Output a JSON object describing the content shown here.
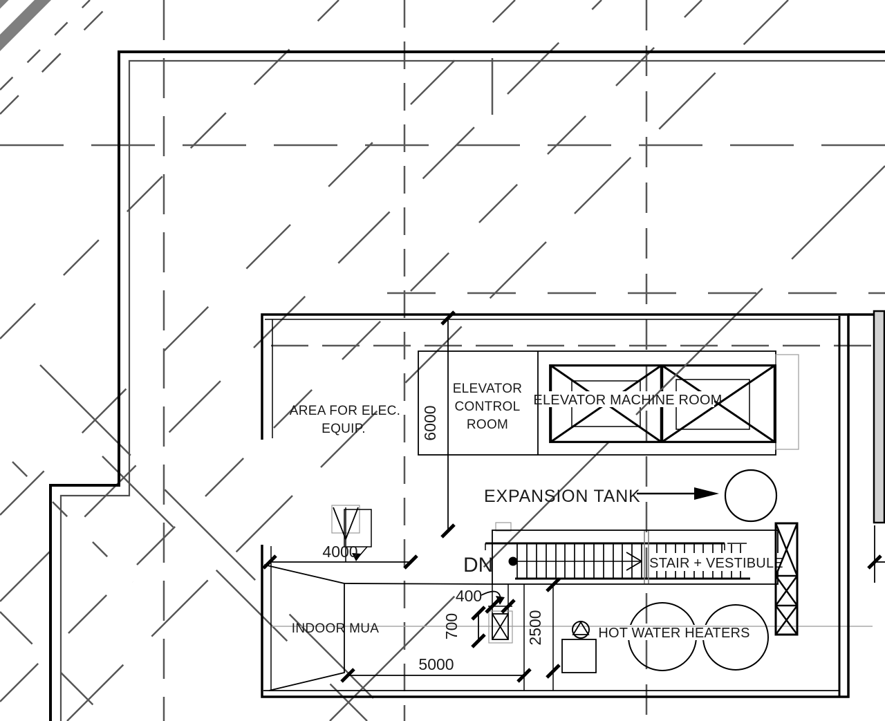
{
  "drawing": {
    "type": "mechanical-penthouse-floor-plan",
    "labels": {
      "area_elec": [
        "AREA FOR ELEC.",
        "EQUIP."
      ],
      "elevator_control": [
        "ELEVATOR",
        "CONTROL",
        "ROOM"
      ],
      "elevator_machine": "ELEVATOR MACHINE ROOM",
      "expansion_tank": "EXPANSION TANK",
      "down": "DN",
      "stair_vestibule": "STAIR + VESTIBULE",
      "indoor_mua": "INDOOR MUA",
      "hot_water_heaters": "HOT WATER HEATERS"
    },
    "dimensions": {
      "platform_depth": "6000",
      "elec_area_width": "4000",
      "mua_area_width": "5000",
      "chase_depth": "2500",
      "duct_height": "700",
      "duct_offset": "400"
    },
    "colors": {
      "wall": "#000000",
      "construction_line": "#575757",
      "light_line": "#a8a8a8",
      "roof_band_fill": "#d2d2d2",
      "thick_bar": "#7f7f7f"
    }
  }
}
